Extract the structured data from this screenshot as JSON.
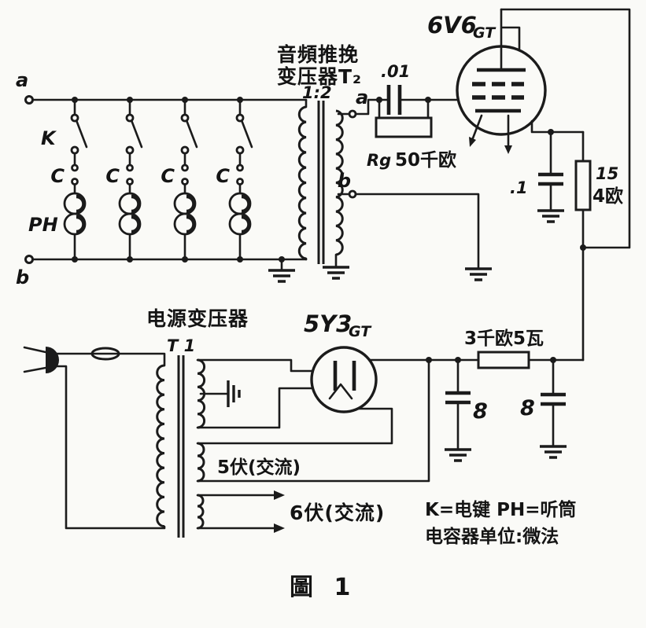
{
  "colors": {
    "ink": "#1b1b1b",
    "paper": "#fafaf7"
  },
  "figure": {
    "caption": "圖 1"
  },
  "input_section": {
    "terminal_a": "a",
    "terminal_b": "b",
    "switch_label": "K",
    "contact_labels": [
      "C",
      "C",
      "C",
      "C"
    ],
    "headphone_label": "PH"
  },
  "audio_transformer": {
    "title_line1": "音頻推挽",
    "title_line2": "变压器T₂",
    "ratio": "1:2",
    "secondary_a": "a",
    "secondary_b": "b"
  },
  "amplifier": {
    "tube_name": "6V6",
    "tube_suffix": "GT",
    "coupling_cap": ".01",
    "grid_resistor_name": "Rg",
    "grid_resistor_value": "50千欧",
    "bypass_cap": ".1",
    "cathode_resistor_value": "15",
    "cathode_resistor_unit": "4欧"
  },
  "power_supply": {
    "transformer_title": "电源变压器",
    "transformer_name": "T 1",
    "rectifier_name": "5Y3",
    "rectifier_suffix": "GT",
    "filter_resistor": "3千欧5瓦",
    "filter_cap_left": "8",
    "filter_cap_right": "8",
    "winding_5v": "5伏(交流)",
    "winding_6v": "6伏(交流)"
  },
  "legend": {
    "line1": "K=电键  PH=听筒",
    "line2": "电容器单位:微法"
  }
}
